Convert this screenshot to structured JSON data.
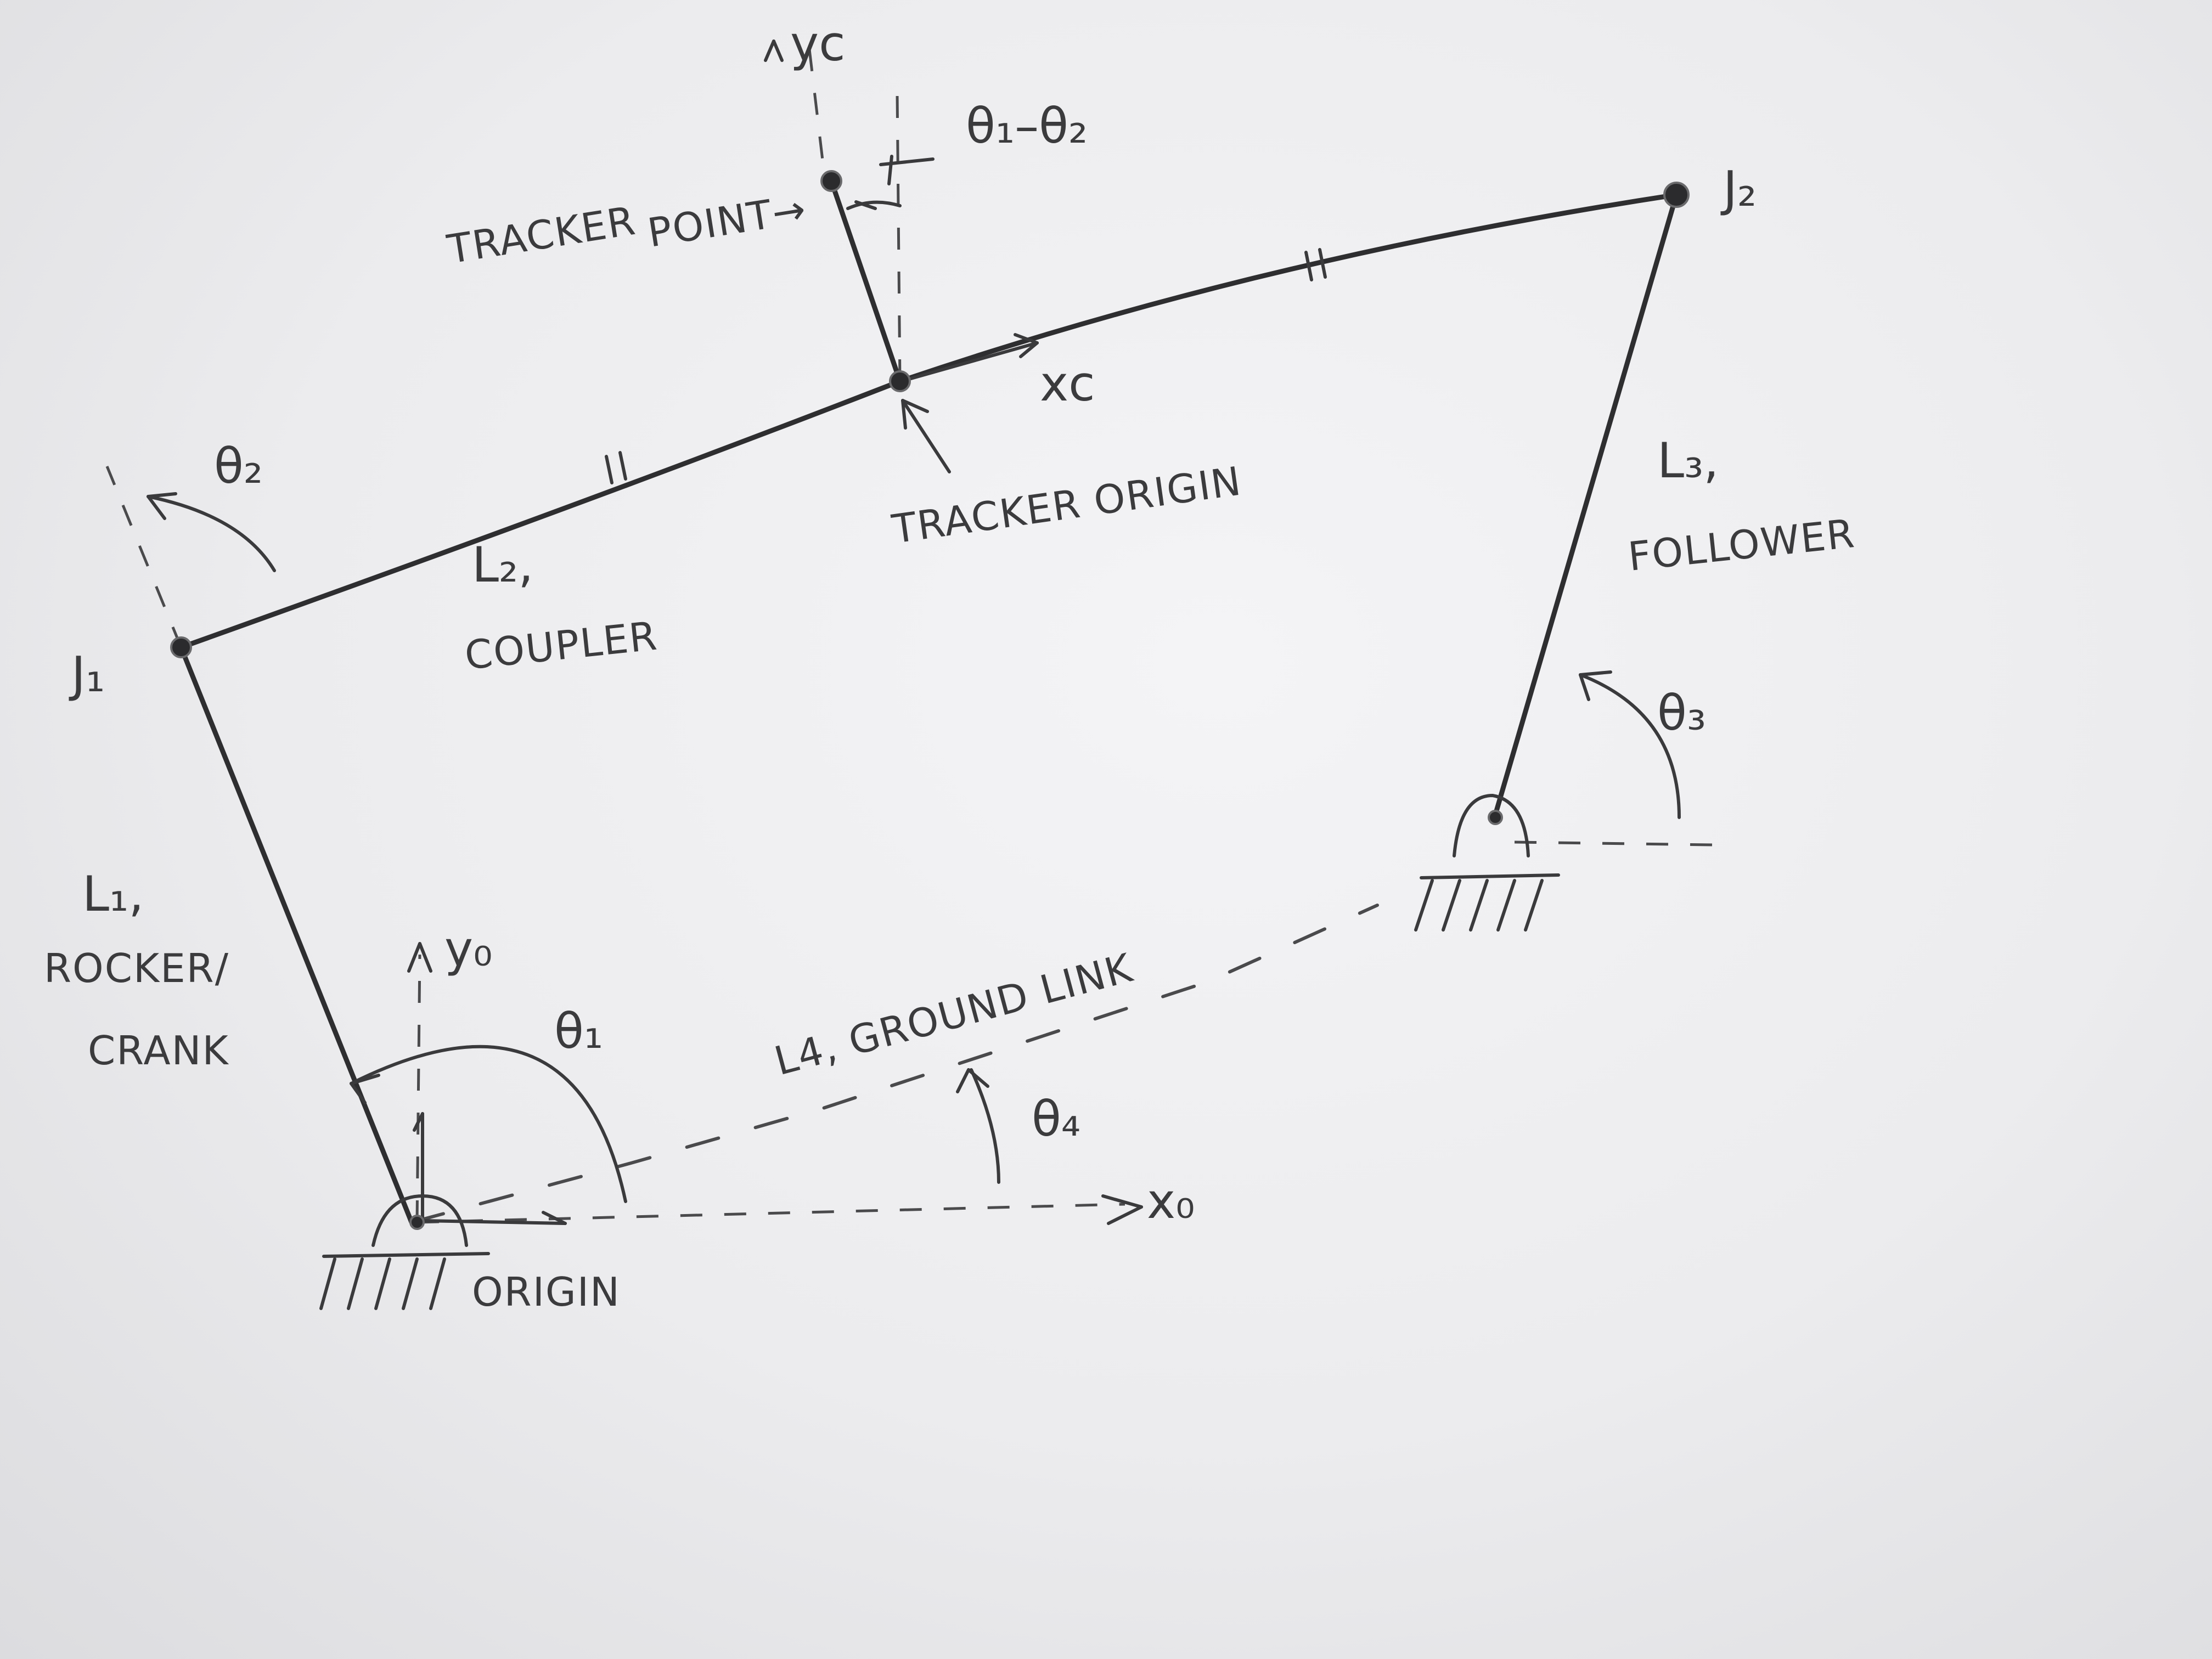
{
  "labels": {
    "yc": "yᴄ",
    "theta1_minus_theta2": "θ₁–θ₂",
    "tracker": "TRACKER",
    "point": "POINT→",
    "j2": "J₂",
    "xc": "xᴄ",
    "theta2": "θ₂",
    "tracker_origin": "TRACKER ORIGIN",
    "l3": "L₃,",
    "follower": "FOLLOWER",
    "j1": "J₁",
    "l2": "L₂,",
    "coupler": "COUPLER",
    "theta3": "θ₃",
    "l1": "L₁,",
    "rocker": "ROCKER/",
    "crank": "CRANK",
    "y0": "y₀",
    "theta1": "θ₁",
    "ground_link": "L4, GROUND LINK",
    "theta4": "θ₄",
    "x0": "x₀",
    "origin": "ORIGIN"
  },
  "colors": {
    "paper": "#ececee",
    "pencil": "#2e2e30"
  }
}
